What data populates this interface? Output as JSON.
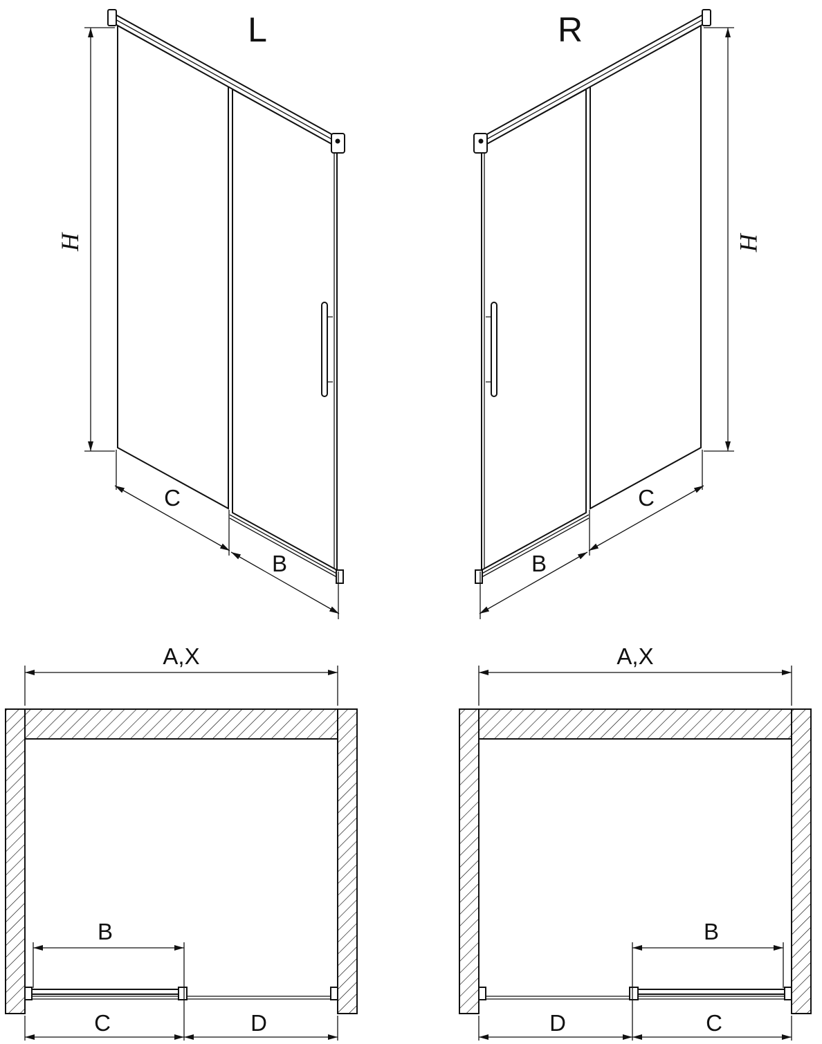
{
  "meta": {
    "background": "#ffffff",
    "ink": "#111111",
    "description": "Technical drawing of sliding shower door, left (L) and right (R) versions, isometric and plan views"
  },
  "iso_left": {
    "title": "L",
    "dim_h": "H",
    "dim_c": "C",
    "dim_b": "B"
  },
  "iso_right": {
    "title": "R",
    "dim_h": "H",
    "dim_c": "C",
    "dim_b": "B"
  },
  "plan_left": {
    "dim_total": "A,X",
    "dim_b": "B",
    "dim_c": "C",
    "dim_d": "D"
  },
  "plan_right": {
    "dim_total": "A,X",
    "dim_b": "B",
    "dim_c": "C",
    "dim_d": "D"
  }
}
